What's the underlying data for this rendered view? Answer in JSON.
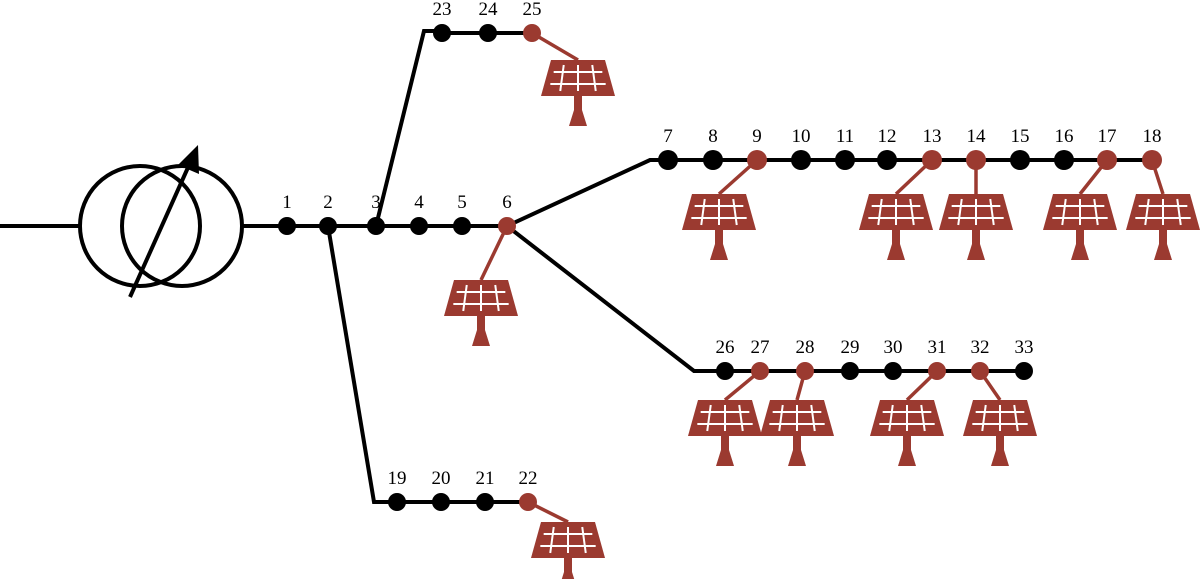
{
  "colors": {
    "line": "#000000",
    "bus": "#000000",
    "pv_bus": "#9b3a30",
    "pv_panel": "#9b3a30",
    "panel_grid": "#ffffff"
  },
  "icons": {
    "transformer": "on-load-tap-changer-transformer-icon",
    "pv": "solar-panel-icon"
  },
  "buses": [
    {
      "id": 1,
      "label": "1",
      "pv": false
    },
    {
      "id": 2,
      "label": "2",
      "pv": false
    },
    {
      "id": 3,
      "label": "3",
      "pv": false
    },
    {
      "id": 4,
      "label": "4",
      "pv": false
    },
    {
      "id": 5,
      "label": "5",
      "pv": false
    },
    {
      "id": 6,
      "label": "6",
      "pv": true
    },
    {
      "id": 7,
      "label": "7",
      "pv": false
    },
    {
      "id": 8,
      "label": "8",
      "pv": false
    },
    {
      "id": 9,
      "label": "9",
      "pv": true
    },
    {
      "id": 10,
      "label": "10",
      "pv": false
    },
    {
      "id": 11,
      "label": "11",
      "pv": false
    },
    {
      "id": 12,
      "label": "12",
      "pv": false
    },
    {
      "id": 13,
      "label": "13",
      "pv": true
    },
    {
      "id": 14,
      "label": "14",
      "pv": true
    },
    {
      "id": 15,
      "label": "15",
      "pv": false
    },
    {
      "id": 16,
      "label": "16",
      "pv": false
    },
    {
      "id": 17,
      "label": "17",
      "pv": true
    },
    {
      "id": 18,
      "label": "18",
      "pv": true
    },
    {
      "id": 19,
      "label": "19",
      "pv": false
    },
    {
      "id": 20,
      "label": "20",
      "pv": false
    },
    {
      "id": 21,
      "label": "21",
      "pv": false
    },
    {
      "id": 22,
      "label": "22",
      "pv": true
    },
    {
      "id": 23,
      "label": "23",
      "pv": false
    },
    {
      "id": 24,
      "label": "24",
      "pv": false
    },
    {
      "id": 25,
      "label": "25",
      "pv": true
    },
    {
      "id": 26,
      "label": "26",
      "pv": false
    },
    {
      "id": 27,
      "label": "27",
      "pv": true
    },
    {
      "id": 28,
      "label": "28",
      "pv": true
    },
    {
      "id": 29,
      "label": "29",
      "pv": false
    },
    {
      "id": 30,
      "label": "30",
      "pv": false
    },
    {
      "id": 31,
      "label": "31",
      "pv": true
    },
    {
      "id": 32,
      "label": "32",
      "pv": true
    },
    {
      "id": 33,
      "label": "33",
      "pv": false
    }
  ],
  "branches": [
    {
      "from": 1,
      "to": 2
    },
    {
      "from": 2,
      "to": 3
    },
    {
      "from": 3,
      "to": 4
    },
    {
      "from": 4,
      "to": 5
    },
    {
      "from": 5,
      "to": 6
    },
    {
      "from": 6,
      "to": 7
    },
    {
      "from": 7,
      "to": 8
    },
    {
      "from": 8,
      "to": 9
    },
    {
      "from": 9,
      "to": 10
    },
    {
      "from": 10,
      "to": 11
    },
    {
      "from": 11,
      "to": 12
    },
    {
      "from": 12,
      "to": 13
    },
    {
      "from": 13,
      "to": 14
    },
    {
      "from": 14,
      "to": 15
    },
    {
      "from": 15,
      "to": 16
    },
    {
      "from": 16,
      "to": 17
    },
    {
      "from": 17,
      "to": 18
    },
    {
      "from": 2,
      "to": 19
    },
    {
      "from": 19,
      "to": 20
    },
    {
      "from": 20,
      "to": 21
    },
    {
      "from": 21,
      "to": 22
    },
    {
      "from": 3,
      "to": 23
    },
    {
      "from": 23,
      "to": 24
    },
    {
      "from": 24,
      "to": 25
    },
    {
      "from": 6,
      "to": 26
    },
    {
      "from": 26,
      "to": 27
    },
    {
      "from": 27,
      "to": 28
    },
    {
      "from": 28,
      "to": 29
    },
    {
      "from": 29,
      "to": 30
    },
    {
      "from": 30,
      "to": 31
    },
    {
      "from": 31,
      "to": 32
    },
    {
      "from": 32,
      "to": 33
    }
  ]
}
